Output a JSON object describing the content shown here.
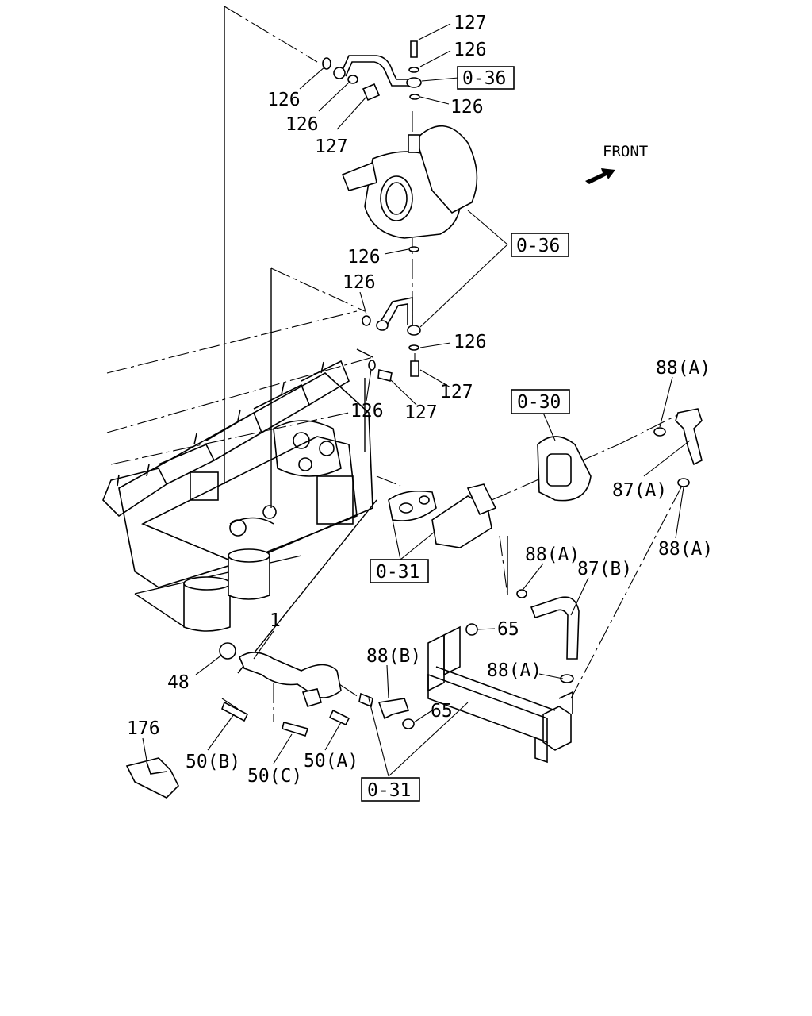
{
  "callouts": {
    "c127_top": "127",
    "c126_a": "126",
    "c036_top": "0-36",
    "c126_b": "126",
    "c126_c": "126",
    "c126_d": "126",
    "c127_b": "127",
    "c036_mid": "0-36",
    "c126_e": "126",
    "c126_f": "126",
    "c126_g": "126",
    "c127_c": "127",
    "c126_h": "126",
    "c127_d": "127",
    "c030": "0-30",
    "c88A_1": "88(A)",
    "c87A": "87(A)",
    "c88A_2": "88(A)",
    "c031_mid": "0-31",
    "c88A_3": "88(A)",
    "c87B": "87(B)",
    "c65_a": "65",
    "c88B": "88(B)",
    "c88A_4": "88(A)",
    "c1": "1",
    "c48": "48",
    "c65_b": "65",
    "c176": "176",
    "c50B": "50(B)",
    "c50C": "50(C)",
    "c50A": "50(A)",
    "c031_bot": "0-31"
  },
  "front_label": "FRONT",
  "icons": [
    "front-arrow-icon"
  ]
}
